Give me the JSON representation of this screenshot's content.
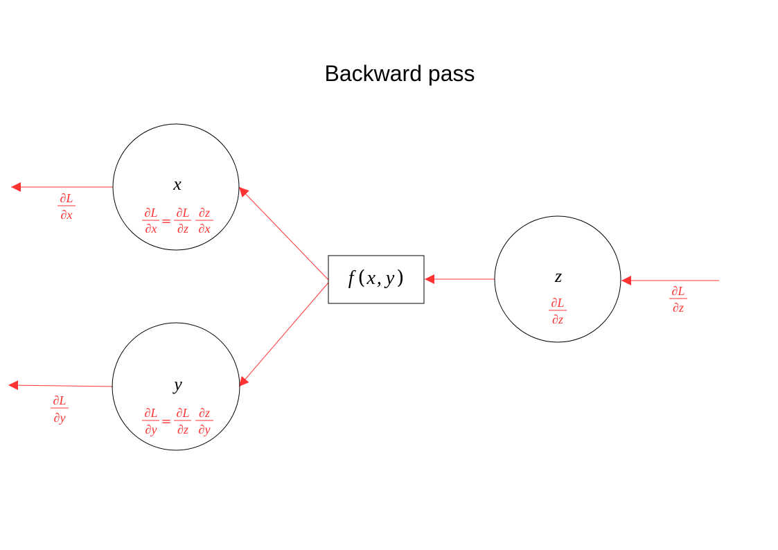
{
  "title": "Backward pass",
  "colors": {
    "gradient": "#ff3333",
    "stroke": "#000000",
    "background": "#ffffff"
  },
  "nodes": {
    "x": {
      "label": "x",
      "grad_num": "∂L",
      "grad_den": "∂x",
      "chain_num_1": "∂L",
      "chain_den_1": "∂z",
      "chain_num_2": "∂z",
      "chain_den_2": "∂x",
      "eq": "="
    },
    "y": {
      "label": "y",
      "grad_num": "∂L",
      "grad_den": "∂y",
      "chain_num_1": "∂L",
      "chain_den_1": "∂z",
      "chain_num_2": "∂z",
      "chain_den_2": "∂y",
      "eq": "="
    },
    "z": {
      "label": "z",
      "grad_num": "∂L",
      "grad_den": "∂z"
    }
  },
  "function_box": {
    "f": "f",
    "open": "(",
    "x": "x",
    "comma": ",",
    "y": "y",
    "close": ")"
  },
  "edge_labels": {
    "x_out": {
      "num": "∂L",
      "den": "∂x"
    },
    "y_out": {
      "num": "∂L",
      "den": "∂y"
    },
    "z_in": {
      "num": "∂L",
      "den": "∂z"
    }
  }
}
